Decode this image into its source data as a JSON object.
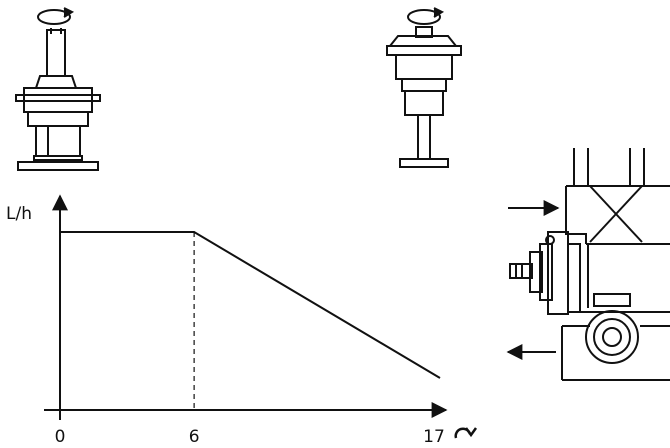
{
  "chart_data": {
    "type": "line",
    "ylabel": "L/h",
    "xlabel": "",
    "x_ticks": [
      "0",
      "6",
      "17"
    ],
    "x": [
      0,
      6,
      17
    ],
    "y": [
      1,
      1,
      0.2
    ],
    "xlim": [
      0,
      18
    ],
    "ylim": [
      0,
      1.2
    ],
    "markers": [
      {
        "x": 6,
        "style": "dashed"
      }
    ],
    "x_unit_icon": "clockwise-rotation-icon"
  },
  "illustrations": [
    {
      "name": "valve-actuator-extended-icon"
    },
    {
      "name": "valve-actuator-retracted-icon"
    },
    {
      "name": "valve-body-cross-section-icon"
    }
  ],
  "colors": {
    "ink": "#111111",
    "background": "#ffffff"
  }
}
